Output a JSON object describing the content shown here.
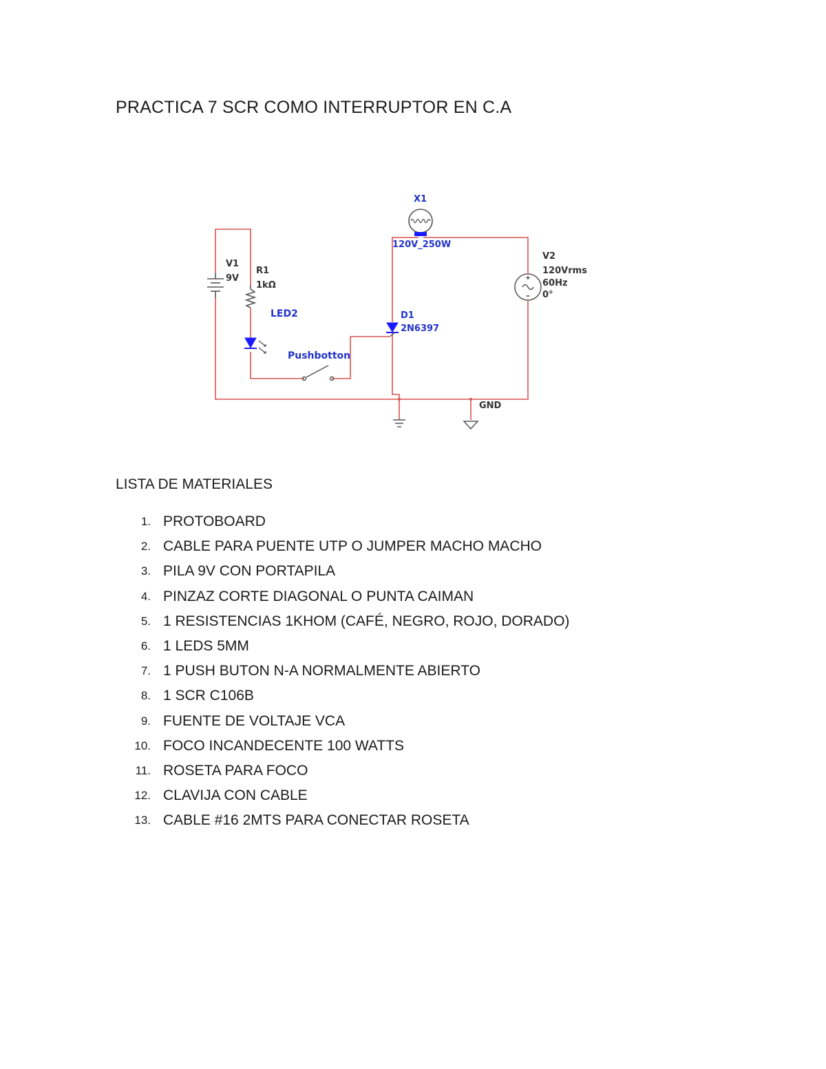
{
  "document": {
    "title": "PRACTICA 7 SCR COMO INTERRUPTOR EN C.A",
    "materials_heading": "LISTA DE MATERIALES",
    "materials": [
      {
        "number": "1.",
        "text": "PROTOBOARD"
      },
      {
        "number": "2.",
        "text": "CABLE PARA PUENTE UTP O JUMPER MACHO MACHO"
      },
      {
        "number": "3.",
        "text": "PILA 9V CON PORTAPILA"
      },
      {
        "number": "4.",
        "text": "PINZAZ CORTE DIAGONAL O PUNTA CAIMAN"
      },
      {
        "number": "5.",
        "text": "1 RESISTENCIAS 1KHOM (CAFÉ, NEGRO, ROJO, DORADO)"
      },
      {
        "number": "6.",
        "text": "1 LEDS 5MM"
      },
      {
        "number": "7.",
        "text": "1 PUSH BUTON N-A NORMALMENTE ABIERTO"
      },
      {
        "number": "8.",
        "text": "1 SCR C106B"
      },
      {
        "number": "9.",
        "text": "FUENTE DE VOLTAJE VCA"
      },
      {
        "number": "10.",
        "text": "FOCO INCANDECENTE 100 WATTS"
      },
      {
        "number": "11.",
        "text": "ROSETA PARA FOCO"
      },
      {
        "number": "12.",
        "text": "CLAVIJA CON CABLE"
      },
      {
        "number": "13.",
        "text": "CABLE #16 2MTS PARA CONECTAR ROSETA"
      }
    ]
  },
  "schematic": {
    "colors": {
      "wire": "#d9534f",
      "component": "#555555",
      "label": "#333333",
      "blue_label": "#2233cc",
      "led": "#1a1aff"
    },
    "labels": {
      "v1_name": "V1",
      "v1_value": "9V",
      "r1_name": "R1",
      "r1_value": "1kΩ",
      "led_name": "LED2",
      "switch_name": "Pushbotton",
      "lamp_name": "X1",
      "lamp_value": "120V_250W",
      "scr_name": "D1",
      "scr_value": "2N6397",
      "v2_name": "V2",
      "v2_voltage": "120Vrms",
      "v2_freq": "60Hz",
      "v2_phase": "0°",
      "gnd_label": "GND"
    }
  }
}
